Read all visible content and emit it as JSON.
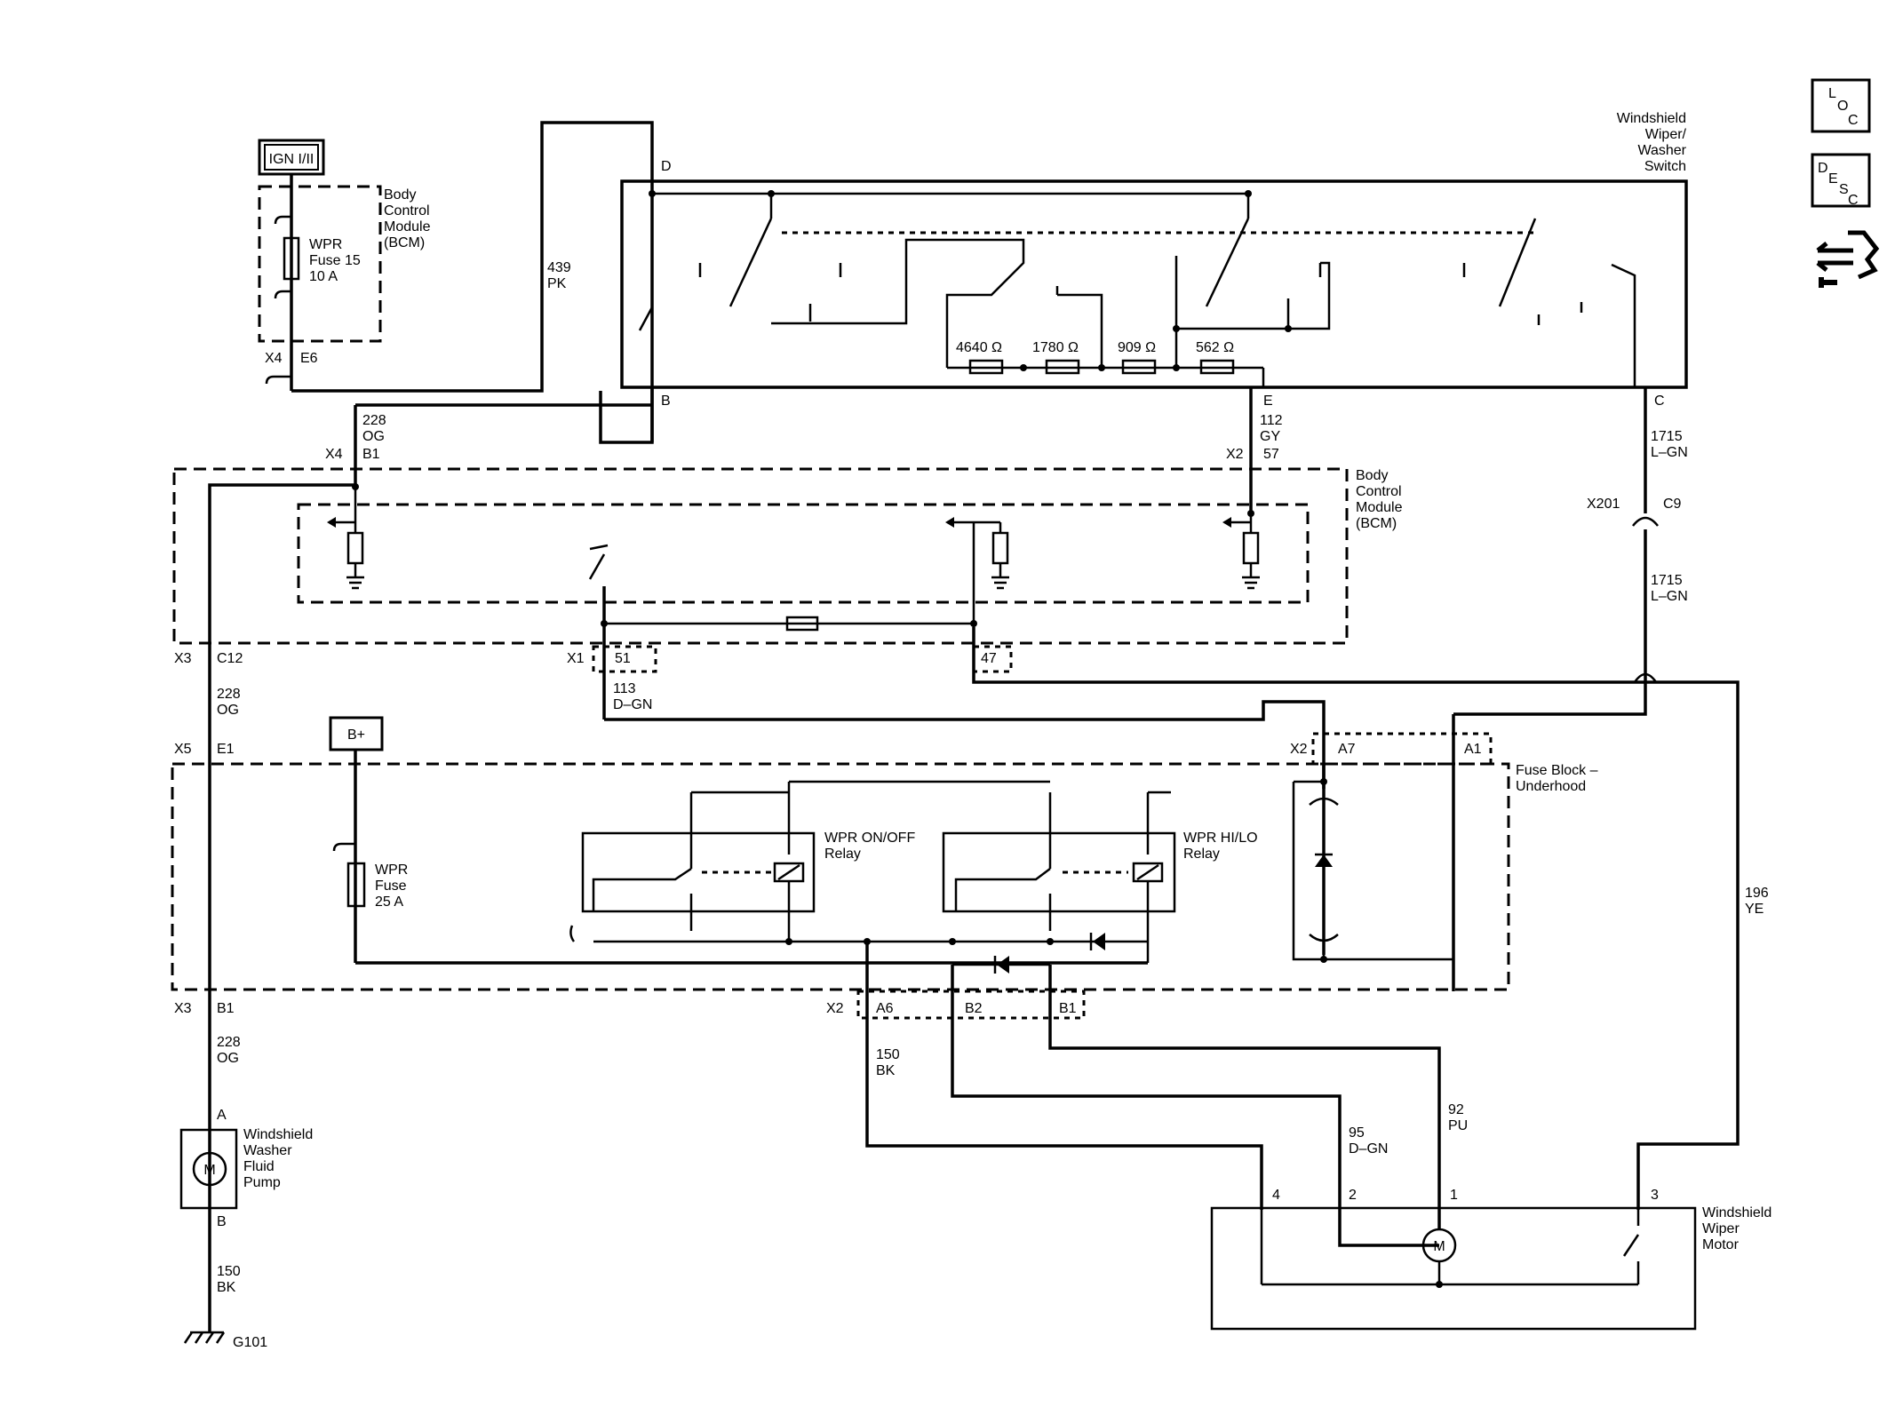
{
  "power_labels": {
    "ign": "IGN I/II",
    "bplus": "B+"
  },
  "bcm": {
    "name": [
      "Body",
      "Control",
      "Module",
      "(BCM)"
    ]
  },
  "fuse_top": {
    "name": [
      "WPR",
      "Fuse 15",
      "10 A"
    ]
  },
  "switch": {
    "name": [
      "Windshield",
      "Wiper/",
      "Washer",
      "Switch"
    ],
    "pins": {
      "d": "D",
      "b": "B",
      "e": "E",
      "c": "C"
    },
    "resistors": [
      "4640 Ω",
      "1780 Ω",
      "909 Ω",
      "562 Ω"
    ]
  },
  "wires": {
    "w439": [
      "439",
      "PK"
    ],
    "w228a": [
      "228",
      "OG"
    ],
    "w112": [
      "112",
      "GY"
    ],
    "w1715a": [
      "1715",
      "L–GN"
    ],
    "w1715b": [
      "1715",
      "L–GN"
    ],
    "w113": [
      "113",
      "D–GN"
    ],
    "w228b": [
      "228",
      "OG"
    ],
    "w228c": [
      "228",
      "OG"
    ],
    "w150a": [
      "150",
      "BK"
    ],
    "w150b": [
      "150",
      "BK"
    ],
    "w196": [
      "196",
      "YE"
    ],
    "w95": [
      "95",
      "D–GN"
    ],
    "w92": [
      "92",
      "PU"
    ]
  },
  "connectors": {
    "x4": "X4",
    "e6": "E6",
    "b1_top": "B1",
    "x2_top": "X2",
    "p57": "57",
    "x201": "X201",
    "c9": "C9",
    "x3_top": "X3",
    "c12": "C12",
    "x1": "X1",
    "p51": "51",
    "p47": "47",
    "x5": "X5",
    "e1": "E1",
    "x2_mid": "X2",
    "a7": "A7",
    "a1": "A1",
    "x3_bot": "X3",
    "b1_bot": "B1",
    "x2_bot": "X2",
    "a6": "A6",
    "b2": "B2",
    "b1_relay": "B1"
  },
  "fuse_block": {
    "name": [
      "Fuse Block –",
      "Underhood"
    ]
  },
  "fuse_wpr": {
    "name": [
      "WPR",
      "Fuse",
      "25 A"
    ]
  },
  "relay_onoff": {
    "name": [
      "WPR ON/OFF",
      "Relay"
    ]
  },
  "relay_hilo": {
    "name": [
      "WPR HI/LO",
      "Relay"
    ]
  },
  "pump": {
    "name": [
      "Windshield",
      "Washer",
      "Fluid",
      "Pump"
    ],
    "pin_a": "A",
    "pin_b": "B",
    "symbol": "M"
  },
  "motor": {
    "name": [
      "Windshield",
      "Wiper",
      "Motor"
    ],
    "pins": [
      "4",
      "2",
      "1",
      "3"
    ],
    "symbol": "M"
  },
  "ground": "G101",
  "nav_icons": {
    "loc": [
      "L",
      "O",
      "C"
    ],
    "desc": [
      "D",
      "E",
      "S",
      "C"
    ]
  }
}
